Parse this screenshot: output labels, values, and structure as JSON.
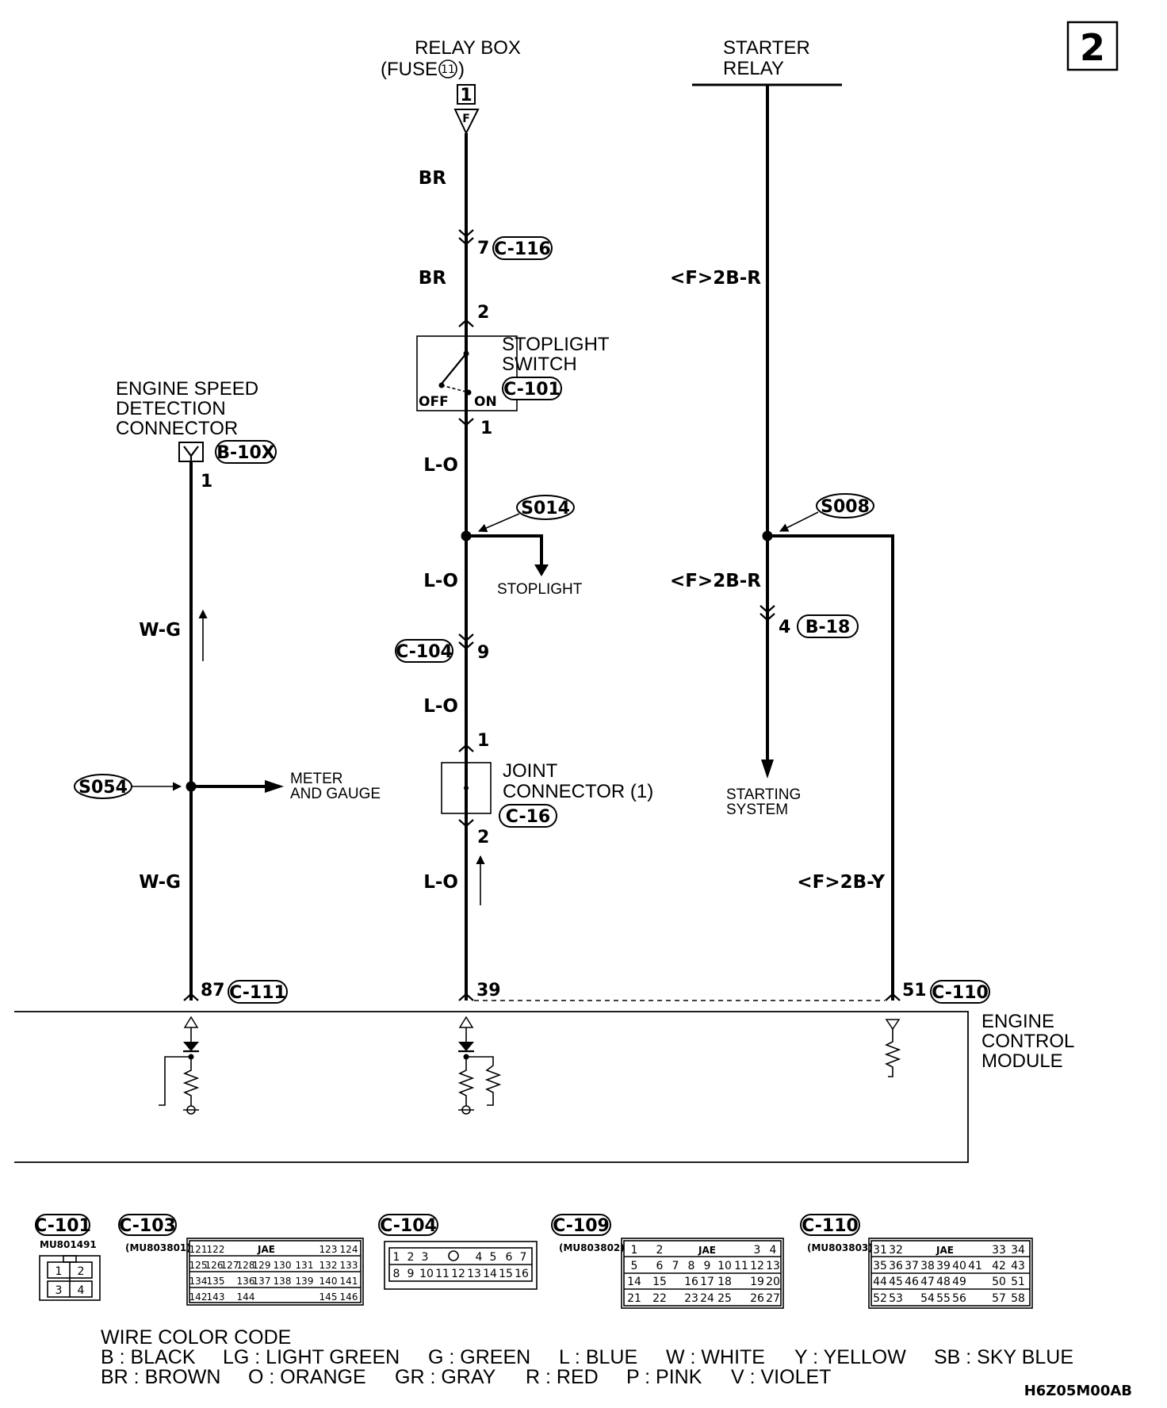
{
  "page": {
    "number": "2",
    "doc_code": "H6Z05M00AB"
  },
  "top": {
    "relay_box": {
      "line1": "RELAY BOX",
      "line2_prefix": "(FUSE",
      "fuse": "11",
      "line2_suffix": ")",
      "terminal": "1",
      "connector_letter": "F"
    },
    "starter_relay": {
      "line1": "STARTER",
      "line2": "RELAY"
    }
  },
  "components": {
    "stoplight_switch": {
      "line1": "STOPLIGHT",
      "line2": "SWITCH",
      "connector": "C-101",
      "pin_top": "2",
      "pin_bottom": "1",
      "off": "OFF",
      "on": "ON"
    },
    "engine_speed_connector": {
      "line1": "ENGINE SPEED",
      "line2": "DETECTION",
      "line3": "CONNECTOR",
      "connector": "B-10X",
      "pin": "1"
    },
    "joint_connector": {
      "line1": "JOINT",
      "line2": "CONNECTOR (1)",
      "connector": "C-16",
      "pin_top": "1",
      "pin_bottom": "2"
    },
    "ecm": {
      "line1": "ENGINE",
      "line2": "CONTROL",
      "line3": "MODULE"
    }
  },
  "wires": {
    "br_1": "BR",
    "br_2": "BR",
    "lo_1": "L-O",
    "lo_2": "L-O",
    "lo_3": "L-O",
    "lo_4": "L-O",
    "wg_1": "W-G",
    "wg_2": "W-G",
    "f2br_1": "<F>2B-R",
    "f2br_2": "<F>2B-R",
    "f2by": "<F>2B-Y"
  },
  "connections": {
    "c116": {
      "pin": "7",
      "connector": "C-116"
    },
    "c104": {
      "pin": "9",
      "connector": "C-104"
    },
    "b18": {
      "pin": "4",
      "connector": "B-18"
    },
    "c111": {
      "pin": "87",
      "connector": "C-111"
    },
    "ecm_pin_39": "39",
    "c110": {
      "pin": "51",
      "connector": "C-110"
    }
  },
  "splices": {
    "s014": {
      "id": "S014",
      "dest": "STOPLIGHT"
    },
    "s008": {
      "id": "S008",
      "dest_line1": "STARTING",
      "dest_line2": "SYSTEM"
    },
    "s054": {
      "id": "S054",
      "dest_line1": "METER",
      "dest_line2": "AND GAUGE"
    }
  },
  "connector_views": {
    "c101": {
      "name": "C-101",
      "part": "MU801491",
      "rows": [
        [
          "1",
          "2"
        ],
        [
          "3",
          "4"
        ]
      ]
    },
    "c103": {
      "name": "C-103",
      "part": "(MU803801)",
      "label": "JAE",
      "row1": [
        "121",
        "122",
        "123",
        "124"
      ],
      "row2": [
        "125",
        "126",
        "127",
        "128",
        "129",
        "130",
        "131",
        "132",
        "133"
      ],
      "row3": [
        "134",
        "135",
        "136",
        "137",
        "138",
        "139",
        "140",
        "141"
      ],
      "row4": [
        "142",
        "143",
        "144",
        "145",
        "146"
      ]
    },
    "c104": {
      "name": "C-104",
      "row1": [
        "1",
        "2",
        "3",
        "4",
        "5",
        "6",
        "7"
      ],
      "row2": [
        "8",
        "9",
        "10",
        "11",
        "12",
        "13",
        "14",
        "15",
        "16"
      ]
    },
    "c109": {
      "name": "C-109",
      "part": "(MU803802)",
      "label": "JAE",
      "row1": [
        "1",
        "2",
        "3",
        "4"
      ],
      "row2": [
        "5",
        "6",
        "7",
        "8",
        "9",
        "10",
        "11",
        "12",
        "13"
      ],
      "row3": [
        "14",
        "15",
        "16",
        "17",
        "18",
        "19",
        "20"
      ],
      "row4": [
        "21",
        "22",
        "23",
        "24",
        "25",
        "26",
        "27"
      ]
    },
    "c110": {
      "name": "C-110",
      "part": "(MU803803)",
      "label": "JAE",
      "row1": [
        "31",
        "32",
        "33",
        "34"
      ],
      "row2": [
        "35",
        "36",
        "37",
        "38",
        "39",
        "40",
        "41",
        "42",
        "43"
      ],
      "row3": [
        "44",
        "45",
        "46",
        "47",
        "48",
        "49",
        "50",
        "51"
      ],
      "row4": [
        "52",
        "53",
        "54",
        "55",
        "56",
        "57",
        "58"
      ]
    }
  },
  "wire_color_code": {
    "title": "WIRE COLOR CODE",
    "row1": [
      "B : BLACK",
      "LG : LIGHT GREEN",
      "G : GREEN",
      "L : BLUE",
      "W : WHITE",
      "Y : YELLOW",
      "SB : SKY BLUE"
    ],
    "row2": [
      "BR : BROWN",
      "O : ORANGE",
      "GR : GRAY",
      "R : RED",
      "P : PINK",
      "V : VIOLET"
    ]
  }
}
